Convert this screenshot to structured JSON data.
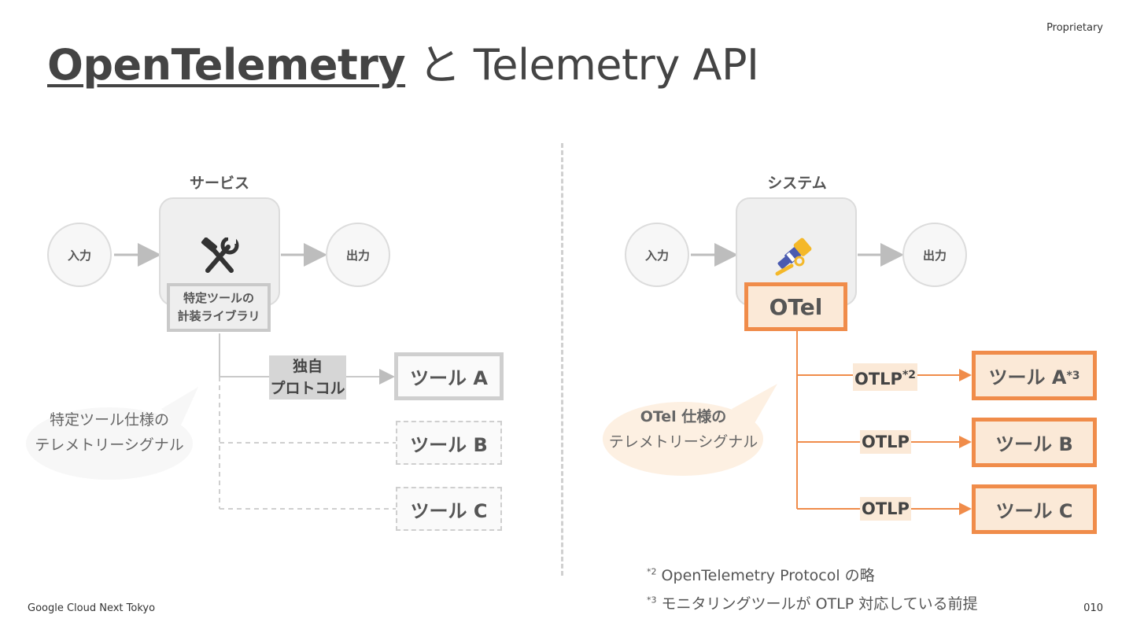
{
  "title": {
    "underlined": "OpenTelemetry",
    "rest": "と Telemetry API"
  },
  "proprietary": "Proprietary",
  "footer": {
    "left": "Google Cloud Next Tokyo",
    "page": "010"
  },
  "left": {
    "header": "サービス",
    "input": "入力",
    "output": "出力",
    "library_line1": "特定ツールの",
    "library_line2": "計装ライブラリ",
    "protocol_line1": "独自",
    "protocol_line2": "プロトコル",
    "tools": [
      "ツール A",
      "ツール B",
      "ツール C"
    ],
    "bubble_line1": "特定ツール仕様の",
    "bubble_line2": "テレメトリーシグナル"
  },
  "right": {
    "header": "システム",
    "input": "入力",
    "output": "出力",
    "otel": "OTel",
    "otlp": [
      "OTLP",
      "OTLP",
      "OTLP"
    ],
    "otlp_sup": "*2",
    "tools": [
      "ツール A",
      "ツール B",
      "ツール C"
    ],
    "toolA_sup": "*3",
    "bubble_line1": "OTel 仕様の",
    "bubble_line2": "テレメトリーシグナル"
  },
  "notes": [
    {
      "mark": "*2",
      "text": "OpenTelemetry Protocol の略"
    },
    {
      "mark": "*3",
      "text": "モニタリングツールが OTLP 対応している前提"
    }
  ],
  "colors": {
    "accent": "#f08c4a",
    "accent_fill": "#fbe9d7",
    "gray": "#cfcfcf",
    "text": "#444444"
  },
  "icons": {
    "left_service": "hammer-wrench-icon",
    "right_system": "telescope-icon"
  }
}
